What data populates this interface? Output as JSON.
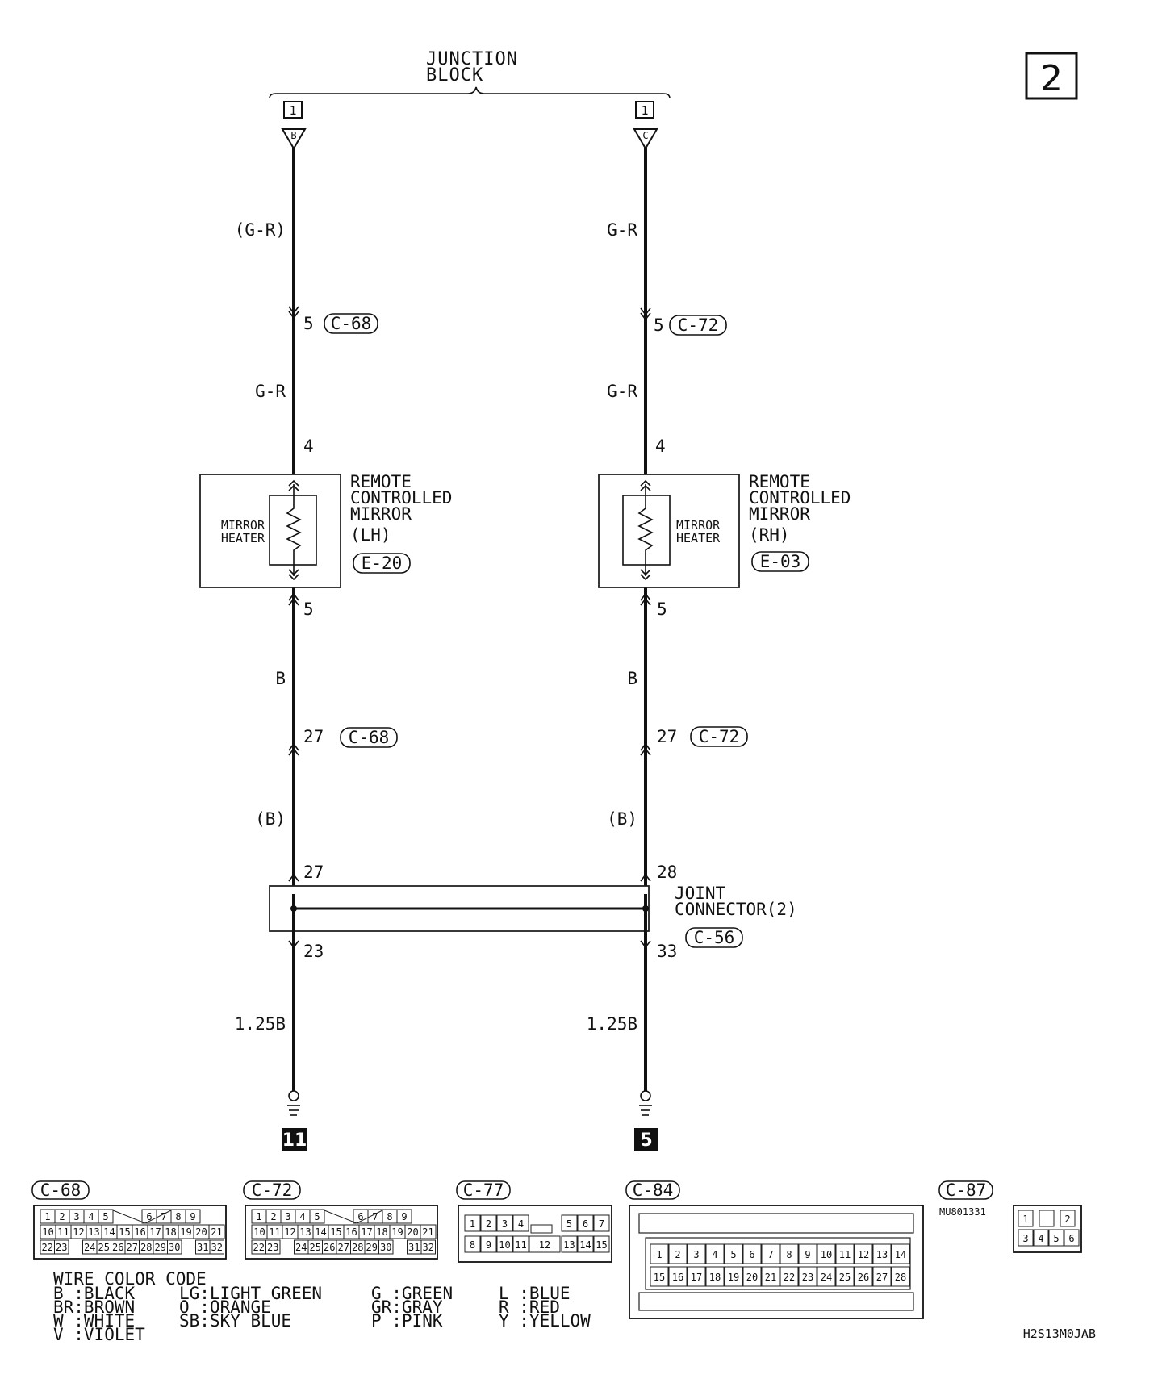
{
  "page_number": "2",
  "junction_block": {
    "line1": "JUNCTION",
    "line2": "BLOCK"
  },
  "left_circuit": {
    "jb_box": "1",
    "jb_terminal": "B",
    "wire_color_top": "(G-R)",
    "c_pin_top": "5",
    "c_connector_top": "C-68",
    "wire_color_mid": "G-R",
    "mirror_pin_top": "4",
    "mirror_heater": {
      "line1": "MIRROR",
      "line2": "HEATER"
    },
    "mirror_title": {
      "line1": "REMOTE",
      "line2": "CONTROLLED",
      "line3": "MIRROR",
      "line4": "(LH)"
    },
    "mirror_connector": "E-20",
    "mirror_pin_bottom": "5",
    "wire_color_low": "B",
    "c_pin_bottom": "27",
    "c_connector_bottom": "C-68",
    "wire_color_joint": "(B)",
    "joint_pin_in": "27",
    "joint_pin_out": "23",
    "wire_size": "1.25B",
    "ground_number": "11"
  },
  "right_circuit": {
    "jb_box": "1",
    "jb_terminal": "C",
    "wire_color_top": "G-R",
    "c_pin_top": "5",
    "c_connector_top": "C-72",
    "wire_color_mid": "G-R",
    "mirror_pin_top": "4",
    "mirror_heater": {
      "line1": "MIRROR",
      "line2": "HEATER"
    },
    "mirror_title": {
      "line1": "REMOTE",
      "line2": "CONTROLLED",
      "line3": "MIRROR",
      "line4": "(RH)"
    },
    "mirror_connector": "E-03",
    "mirror_pin_bottom": "5",
    "wire_color_low": "B",
    "c_pin_bottom": "27",
    "c_connector_bottom": "C-72",
    "wire_color_joint": "(B)",
    "joint_pin_in": "28",
    "joint_pin_out": "33",
    "wire_size": "1.25B",
    "ground_number": "5"
  },
  "joint_connector": {
    "line1": "JOINT",
    "line2": "CONNECTOR(2)",
    "code": "C-56"
  },
  "connector_views": {
    "c68": {
      "label": "C-68",
      "row1": [
        "1",
        "2",
        "3",
        "4",
        "5",
        "",
        "",
        "6",
        "7",
        "8",
        "9"
      ],
      "row2": [
        "10",
        "11",
        "12",
        "13",
        "14",
        "15",
        "16",
        "17",
        "18",
        "19",
        "20",
        "21"
      ],
      "row3": [
        "22",
        "23",
        "",
        "24",
        "25",
        "26",
        "27",
        "28",
        "29",
        "30",
        "",
        "31",
        "32"
      ]
    },
    "c72": {
      "label": "C-72",
      "row1": [
        "1",
        "2",
        "3",
        "4",
        "5",
        "",
        "",
        "6",
        "7",
        "8",
        "9"
      ],
      "row2": [
        "10",
        "11",
        "12",
        "13",
        "14",
        "15",
        "16",
        "17",
        "18",
        "19",
        "20",
        "21"
      ],
      "row3": [
        "22",
        "23",
        "",
        "24",
        "25",
        "26",
        "27",
        "28",
        "29",
        "30",
        "",
        "31",
        "32"
      ]
    },
    "c77": {
      "label": "C-77",
      "row1": [
        "1",
        "2",
        "3",
        "4",
        "",
        "5",
        "6",
        "7"
      ],
      "row2": [
        "8",
        "9",
        "10",
        "11",
        "12",
        "13",
        "14",
        "15"
      ]
    },
    "c84": {
      "label": "C-84",
      "row1": [
        "1",
        "2",
        "3",
        "4",
        "5",
        "6",
        "7",
        "8",
        "9",
        "10",
        "11",
        "12",
        "13",
        "14"
      ],
      "row2": [
        "15",
        "16",
        "17",
        "18",
        "19",
        "20",
        "21",
        "22",
        "23",
        "24",
        "25",
        "26",
        "27",
        "28"
      ]
    },
    "c87": {
      "label": "C-87",
      "part_code": "MU801331",
      "row1": [
        "1",
        "",
        "2"
      ],
      "row2": [
        "3",
        "4",
        "5",
        "6"
      ]
    }
  },
  "wire_color_code": {
    "title": "WIRE COLOR CODE",
    "col1": [
      "B :BLACK",
      "BR:BROWN",
      "W :WHITE",
      "V :VIOLET"
    ],
    "col2": [
      "LG:LIGHT GREEN",
      "O :ORANGE",
      "SB:SKY BLUE"
    ],
    "col3": [
      "G :GREEN",
      "GR:GRAY",
      "P :PINK"
    ],
    "col4": [
      "L :BLUE",
      "R :RED",
      "Y :YELLOW"
    ]
  },
  "diagram_code": "H2S13M0JAB"
}
